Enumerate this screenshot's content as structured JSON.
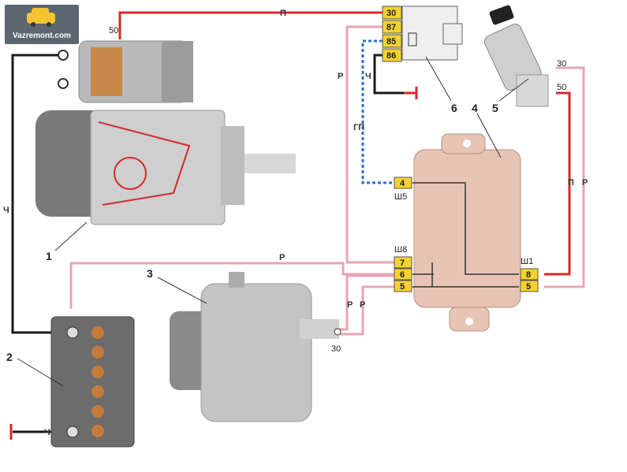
{
  "logo": {
    "text": "Vazremont.com"
  },
  "components": {
    "c1": "1",
    "c2": "2",
    "c3": "3",
    "c4": "4",
    "c5": "5",
    "c6": "6"
  },
  "relay_pins": [
    "30",
    "87",
    "85",
    "86"
  ],
  "regulator": {
    "sh5_label": "Ш5",
    "sh5_pin": "4",
    "sh8_label": "Ш8",
    "sh8_pins": [
      "7",
      "6",
      "5"
    ],
    "sh1_label": "Ш1",
    "sh1_pins": [
      "8",
      "5"
    ]
  },
  "terminals": {
    "starter_50": "50",
    "switch_30": "30",
    "switch_50": "50",
    "alt_30": "30"
  },
  "wire_labels": {
    "top_p": "П",
    "relay_r": "Р",
    "gp": "ГП",
    "ch_relay": "Ч",
    "ch_left": "Ч",
    "ch_batt": "Ч",
    "alt_r_top": "Р",
    "alt_r1": "Р",
    "alt_r2": "Р",
    "sw_p": "П",
    "sw_r": "Р"
  },
  "colors": {
    "red": "#d6282b",
    "pink": "#e8a5b4",
    "black": "#1a1a1a",
    "blue": "#2f6fd0",
    "pin_yellow": "#f5d22e",
    "regulator": "#e8c4b4"
  }
}
